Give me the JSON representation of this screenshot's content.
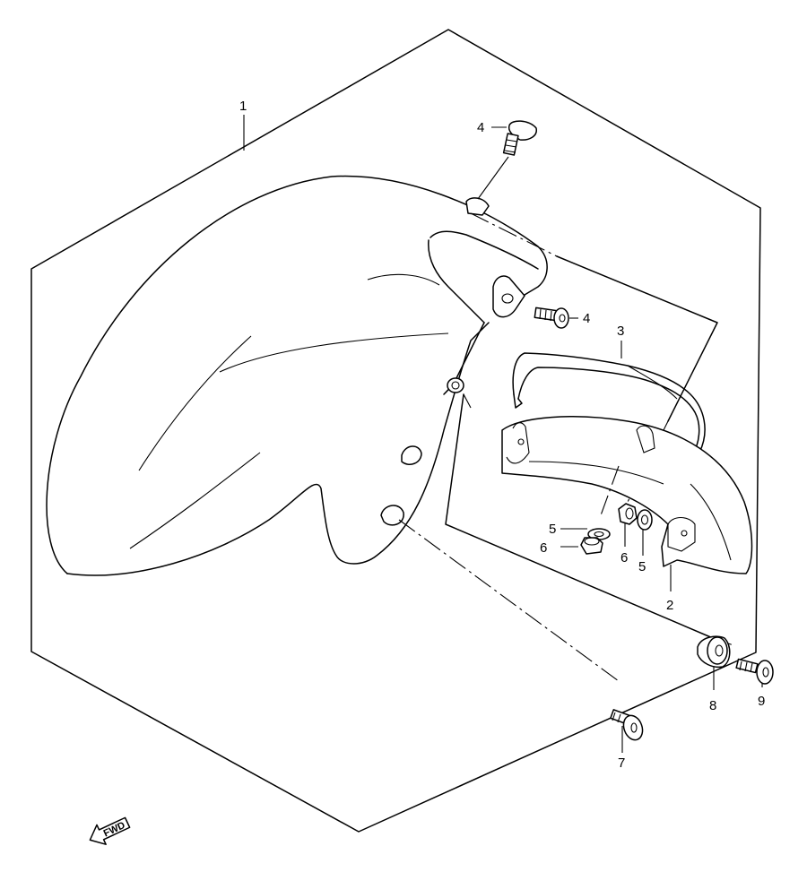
{
  "callouts": {
    "c1": "1",
    "c2": "2",
    "c3": "3",
    "c4a": "4",
    "c4b": "4",
    "c5a": "5",
    "c5b": "5",
    "c6a": "6",
    "c6b": "6",
    "c7": "7",
    "c8": "8",
    "c9": "9"
  },
  "direction_arrow": {
    "label": "FWD"
  }
}
